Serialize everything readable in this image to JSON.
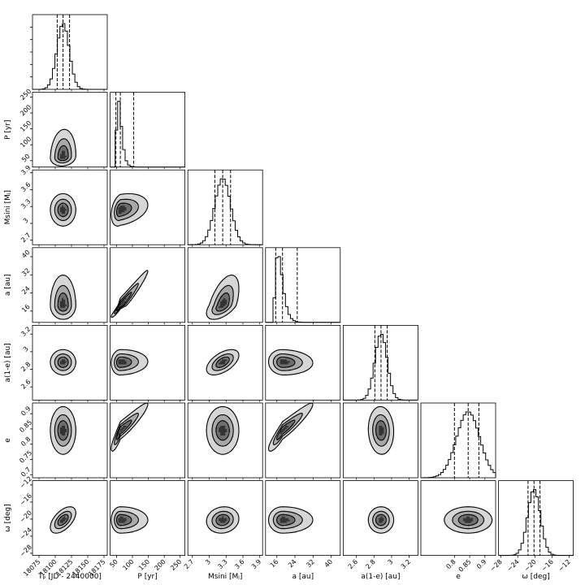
{
  "chart_data": {
    "type": "corner",
    "parameters": [
      {
        "label": "Tₚ [JD - 2440000]",
        "range": [
          18065,
          18180
        ],
        "ticks": [
          18075,
          18100,
          18125,
          18150,
          18175
        ],
        "median": 18112,
        "q16": 18103,
        "q84": 18122,
        "dist": "normal",
        "sigma": 9.5
      },
      {
        "label": "P [yr]",
        "range": [
          30,
          265
        ],
        "ticks": [
          50,
          100,
          150,
          200,
          250
        ],
        "median": 62,
        "q16": 48,
        "q84": 104,
        "dist": "skew",
        "mode": 56
      },
      {
        "label": "Msini [Mⱼ]",
        "range": [
          2.62,
          3.95
        ],
        "ticks": [
          2.7,
          3.0,
          3.3,
          3.6,
          3.9
        ],
        "median": 3.24,
        "q16": 3.1,
        "q84": 3.38,
        "dist": "normal",
        "sigma": 0.14
      },
      {
        "label": "a [au]",
        "range": [
          11,
          44
        ],
        "ticks": [
          16,
          24,
          32,
          40
        ],
        "median": 18.5,
        "q16": 15.5,
        "q84": 25.0,
        "dist": "skew",
        "mode": 16.5
      },
      {
        "label": "a(1-e) [au]",
        "range": [
          2.45,
          3.3
        ],
        "ticks": [
          2.6,
          2.8,
          3.0,
          3.2
        ],
        "median": 2.88,
        "q16": 2.81,
        "q84": 2.95,
        "dist": "normal",
        "sigma": 0.07
      },
      {
        "label": "e",
        "range": [
          0.69,
          0.935
        ],
        "ticks": [
          0.8,
          0.85,
          0.9
        ],
        "yticks": [
          0.7,
          0.75,
          0.8,
          0.85,
          0.9
        ],
        "median": 0.845,
        "q16": 0.8,
        "q84": 0.88,
        "dist": "normal",
        "sigma": 0.038
      },
      {
        "label": "ω [deg]",
        "range": [
          -28.5,
          -11
        ],
        "ticks": [
          -28,
          -24,
          -20,
          -16,
          -12
        ],
        "median": -20.2,
        "q16": -21.6,
        "q84": -18.8,
        "dist": "normal",
        "sigma": 1.5
      }
    ],
    "histogram_ylim_mode": "auto",
    "contour_levels": 4,
    "quantiles": [
      0.16,
      0.5,
      0.84
    ],
    "grid": false,
    "colors": {
      "contour": "#000000",
      "fill_dark": "#222222",
      "fill_light": "#f5f5f5",
      "hist": "#000000"
    }
  }
}
